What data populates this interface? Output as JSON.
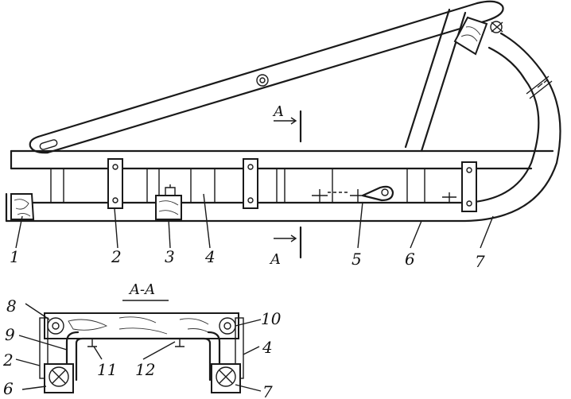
{
  "section_marks": {
    "a_top": "A",
    "a_bottom": "A",
    "section_title": "A-A"
  },
  "main_labels": [
    "1",
    "2",
    "3",
    "4",
    "5",
    "6",
    "7"
  ],
  "section_labels": [
    "8",
    "9",
    "2",
    "6",
    "10",
    "4",
    "7",
    "11",
    "12"
  ]
}
